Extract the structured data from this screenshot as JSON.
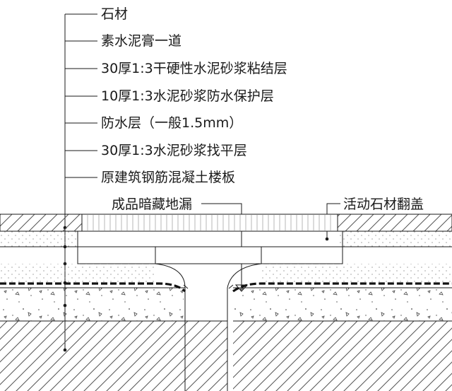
{
  "layer_labels": [
    "石材",
    "素水泥膏一道",
    "30厚1:3干硬性水泥砂浆粘结层",
    "10厚1:3水泥砂浆防水保护层",
    "防水层（一般1.5mm）",
    "30厚1:3水泥砂浆找平层",
    "原建筑钢筋混凝土楼板"
  ],
  "callouts": {
    "drain": "成品暗藏地漏",
    "cover": "活动石材翻盖"
  },
  "colors": {
    "line": "#1a1a1a",
    "hatch": "#555555",
    "background": "#ffffff"
  }
}
